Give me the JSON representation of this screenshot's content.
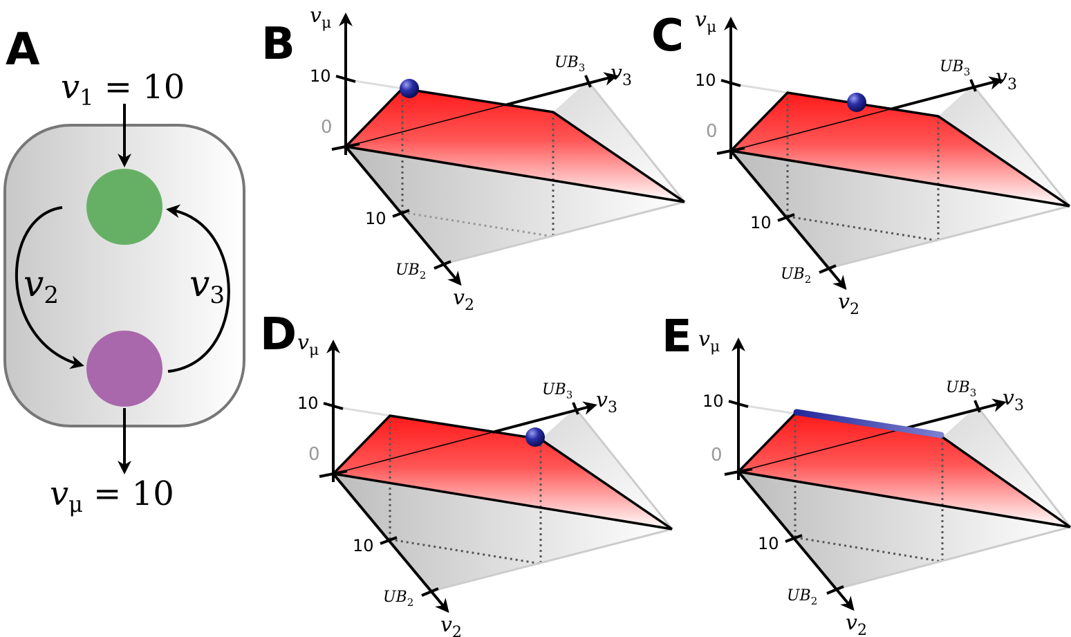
{
  "panels": {
    "A": {
      "label": "A",
      "input_flux": {
        "var": "v",
        "sub": "1",
        "eq": " = 10"
      },
      "output_flux": {
        "var": "v",
        "sub": "μ",
        "eq": " = 10"
      },
      "left_flux": {
        "var": "v",
        "sub": "2"
      },
      "right_flux": {
        "var": "v",
        "sub": "3"
      },
      "top_node_color": "#66b066",
      "bottom_node_color": "#a968ac"
    },
    "B": {
      "label": "B",
      "optimum": "point_at_v2_10"
    },
    "C": {
      "label": "C",
      "optimum": "point_on_edge_middle"
    },
    "D": {
      "label": "D",
      "optimum": "point_at_v3_end"
    },
    "E": {
      "label": "E",
      "optimum": "whole_edge"
    }
  },
  "axes": {
    "vmu": {
      "var": "v",
      "sub": "μ"
    },
    "v2": {
      "var": "v",
      "sub": "2"
    },
    "v3": {
      "var": "v",
      "sub": "3"
    },
    "ub2": {
      "var": "UB",
      "sub": "2"
    },
    "ub3": {
      "var": "UB",
      "sub": "3"
    },
    "tick_10": "10",
    "tick_0": "0"
  },
  "colors": {
    "face_red": "#ff1a1a",
    "optimum_blue": "#25289a",
    "edge_line": "#4a4ea8",
    "shade_grey": "#cccccc"
  }
}
